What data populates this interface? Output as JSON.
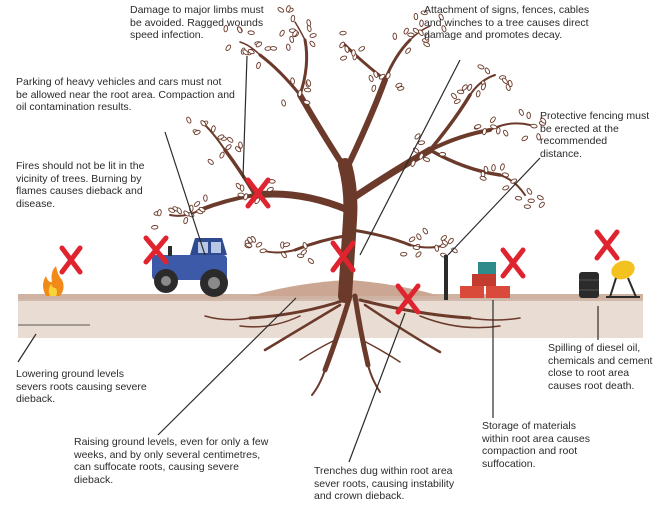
{
  "annotations": {
    "limbs": "Damage to major limbs must be avoided. Ragged wounds speed infection.",
    "signs": "Attachment of signs, fences, cables and winches to a tree causes direct damage and promotes decay.",
    "vehicles": "Parking of heavy vehicles and cars must not be allowed near the root area. Compaction and oil contamination results.",
    "fencing": "Protective fencing must be erected at the recommended distance.",
    "fires": "Fires should not be lit in the vicinity of trees. Burning by flames causes dieback and disease.",
    "diesel": "Spilling of diesel oil, chemicals and cement close to root area causes root death.",
    "lowering": "Lowering ground levels severs roots causing severe dieback.",
    "storage": "Storage of materials within root area causes compaction and root suffocation.",
    "raising": "Raising ground levels, even for only a few weeks, and by only several centimetres, can suffocate roots, causing severe dieback.",
    "trenches": "Trenches dug within root area sever roots, causing instability and crown dieback."
  },
  "colors": {
    "trunk": "#6b3a2a",
    "leaf_outline": "#6b3a2a",
    "ground": "#d9c2b3",
    "soil": "#e9dcd3",
    "cross": "#e0242f",
    "tractor": "#3d5aa8",
    "text": "#2b2b2b"
  },
  "icons": [
    "tree-illustration",
    "tractor-icon",
    "fire-icon",
    "crate-stack-icon",
    "barrel-icon",
    "cement-mixer-icon",
    "fence-post-icon",
    "cross-mark-icon"
  ]
}
